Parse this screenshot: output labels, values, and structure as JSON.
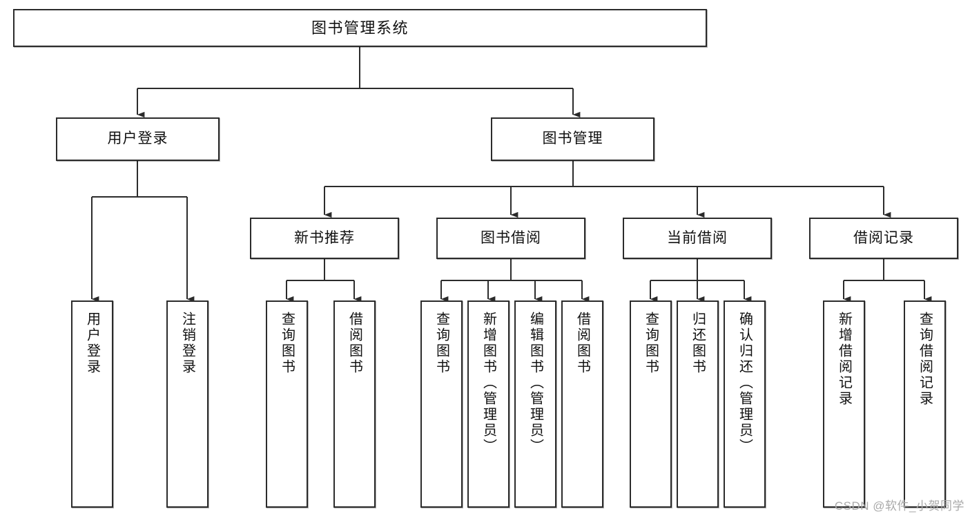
{
  "diagram": {
    "title": "图书管理系统",
    "type": "tree-hierarchy",
    "root": {
      "label": "图书管理系统"
    },
    "level1": [
      {
        "label": "用户登录"
      },
      {
        "label": "图书管理"
      }
    ],
    "level2": [
      {
        "label": "新书推荐"
      },
      {
        "label": "图书借阅"
      },
      {
        "label": "当前借阅"
      },
      {
        "label": "借阅记录"
      }
    ],
    "leaves": {
      "user_login": [
        {
          "label": "用户登录"
        },
        {
          "label": "注销登录"
        }
      ],
      "new_book_recommend": [
        {
          "label": "查询图书"
        },
        {
          "label": "借阅图书"
        }
      ],
      "book_borrow": [
        {
          "label": "查询图书"
        },
        {
          "label": "新增图书（管理员）"
        },
        {
          "label": "编辑图书（管理员）"
        },
        {
          "label": "借阅图书"
        }
      ],
      "current_borrow": [
        {
          "label": "查询图书"
        },
        {
          "label": "归还图书"
        },
        {
          "label": "确认归还（管理员）"
        }
      ],
      "borrow_record": [
        {
          "label": "新增借阅记录"
        },
        {
          "label": "查询借阅记录"
        }
      ]
    }
  },
  "watermark": {
    "text": "CSDN @软件_小贺同学"
  },
  "colors": {
    "box_border": "#2b2b2b",
    "box_fill": "#ffffff",
    "line": "#2b2b2b",
    "text": "#111111",
    "watermark": "#a9a9a9",
    "background": "#ffffff"
  }
}
